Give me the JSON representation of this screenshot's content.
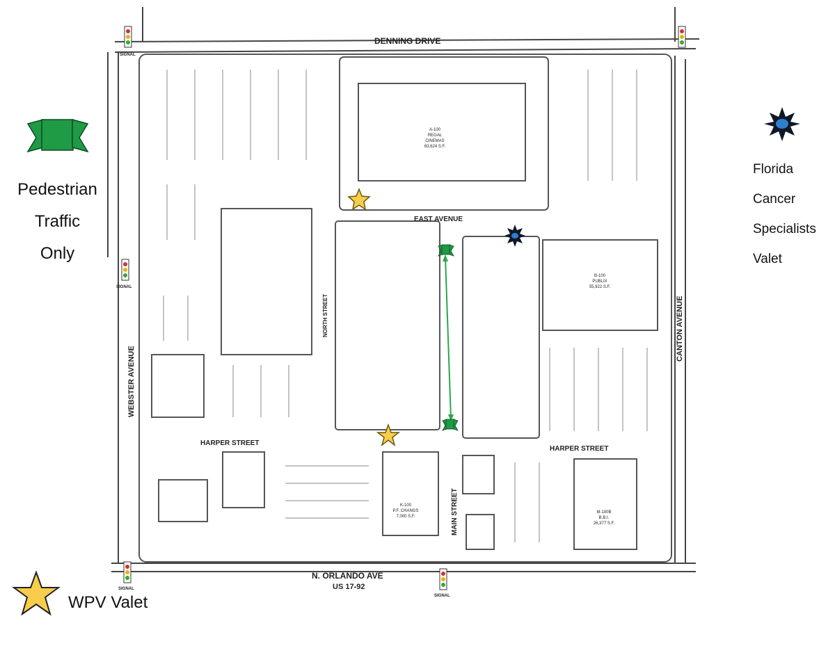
{
  "legend": {
    "pedestrian": {
      "lines": [
        "Pedestrian",
        "Traffic",
        "Only"
      ],
      "icon": "green-banner-icon",
      "color": "#1f9a45"
    },
    "fcs": {
      "lines": [
        "Florida",
        "Cancer",
        "Specialists",
        "Valet"
      ],
      "icon": "blue-starburst-icon",
      "color": "#2f7fd0"
    },
    "wpv": {
      "label": "WPV Valet",
      "icon": "yellow-star-icon",
      "color": "#f7cd4b"
    }
  },
  "streets": {
    "denning": "DENNING DRIVE",
    "east_avenue": "EAST AVENUE",
    "webster": "WEBSTER AVENUE",
    "canton": "CANTON AVENUE",
    "north_street": "NORTH STREET",
    "harper_west": "HARPER STREET",
    "harper_east": "HARPER STREET",
    "main_street": "MAIN STREET",
    "orlando": "N. ORLANDO AVE",
    "us": "US 17-92",
    "signal": "SIGNAL"
  },
  "buildings": {
    "regal": [
      "A-100",
      "REGAL",
      "CINEMAS",
      "63,624 S.F."
    ],
    "publix": [
      "B-100",
      "PUBLIX",
      "55,922 S.F."
    ],
    "bbi": [
      "M-100B",
      "B.B.I.",
      "26,377 S.F."
    ],
    "pf_changs": [
      "K-100",
      "P.F. CHANGS",
      "7,000 S.F."
    ]
  },
  "colors": {
    "line": "#444444",
    "pedestrian_arrow": "#2aa84a"
  }
}
